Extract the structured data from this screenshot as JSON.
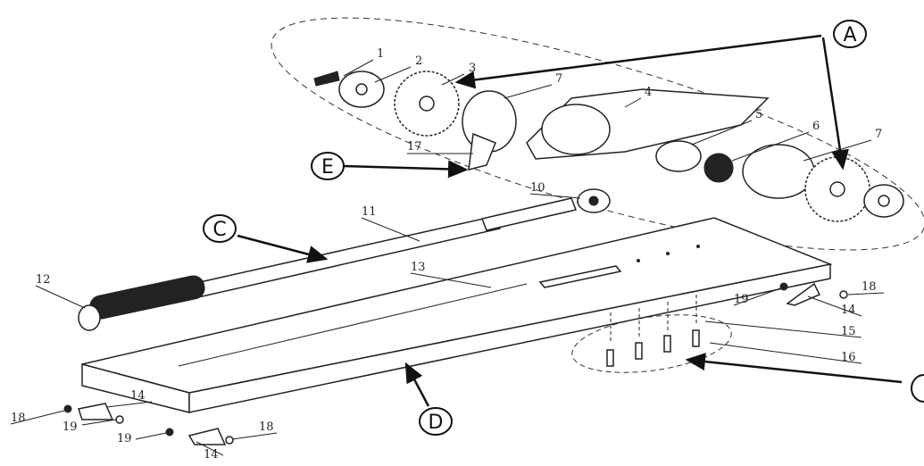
{
  "title": "Exploded parts diagram",
  "callouts": [
    {
      "letter": "A"
    },
    {
      "letter": "C"
    },
    {
      "letter": "D"
    },
    {
      "letter": "E"
    }
  ],
  "part_labels": [
    "1",
    "2",
    "3",
    "7",
    "4",
    "5",
    "6",
    "7",
    "17",
    "10",
    "11",
    "12",
    "13",
    "19",
    "18",
    "14",
    "15",
    "16",
    "14",
    "18",
    "19",
    "19",
    "18",
    "14"
  ]
}
